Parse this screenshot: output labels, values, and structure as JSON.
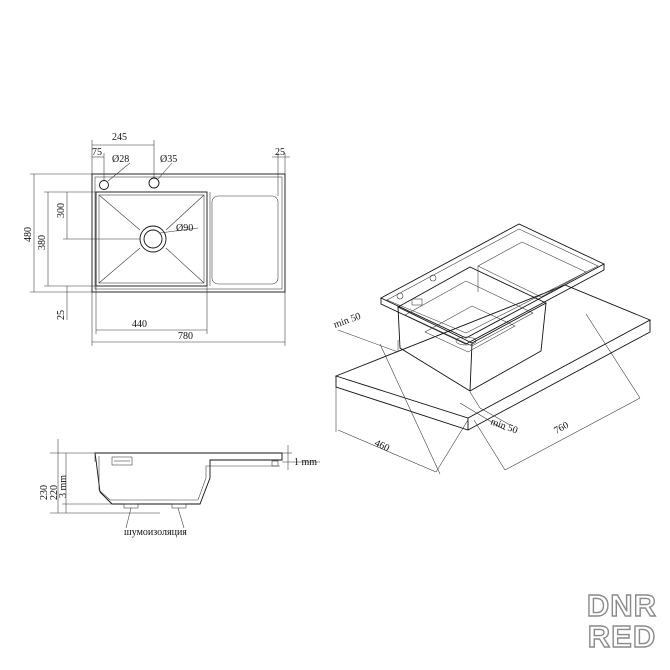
{
  "top_view": {
    "dim_245": "245",
    "dim_75": "75",
    "dim_d28": "Ø28",
    "dim_d35": "Ø35",
    "dim_25_top": "25",
    "dim_300": "300",
    "dim_480": "480",
    "dim_380": "380",
    "dim_d90": "Ø90",
    "dim_25_left": "25",
    "dim_440": "440",
    "dim_780": "780"
  },
  "section_view": {
    "dim_230": "230",
    "dim_220": "220",
    "dim_3mm": "3 mm",
    "dim_1mm": "1 mm",
    "insulation_label": "шумоизоляция"
  },
  "iso_view": {
    "min50_left": "min 50",
    "min50_right": "min 50",
    "dim_460": "460",
    "dim_760": "760"
  },
  "watermark": {
    "line1": "DNR",
    "line2": "RED"
  }
}
